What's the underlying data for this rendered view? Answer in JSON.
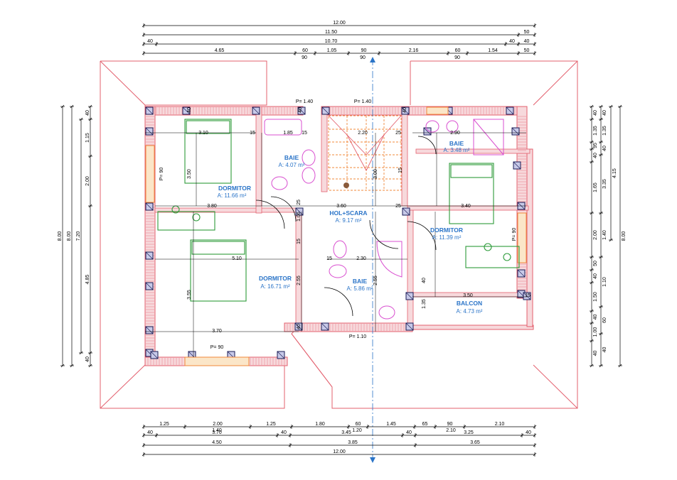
{
  "dims_top": {
    "r1": [
      "12.00"
    ],
    "r2": [
      "11.50",
      "50"
    ],
    "r3": [
      "40",
      "10.70",
      "40",
      "40"
    ],
    "r4": [
      "4.65",
      "60",
      "1.05",
      "90",
      "2.16",
      "60",
      "1.54",
      "50"
    ],
    "r4b": [
      "90",
      "90",
      "90"
    ]
  },
  "dims_bottom": {
    "r1": [
      "1.25",
      "2.00",
      "1.25",
      "1.80",
      "60",
      "1.45",
      "65",
      "90",
      "2.10"
    ],
    "r1b": [
      "1.40",
      "1.20",
      "2.10"
    ],
    "r2": [
      "40",
      "3.70",
      "40",
      "3.45",
      "40",
      "3.25",
      "40"
    ],
    "r3": [
      "4.50",
      "3.85",
      "3.65"
    ],
    "r4": [
      "12.00"
    ]
  },
  "dims_left": {
    "outer": [
      "8.00"
    ],
    "mid": [
      "8.00"
    ],
    "inner": [
      "7.20"
    ],
    "segs": [
      "40",
      "1.15",
      "2.00",
      "4.85",
      "40"
    ]
  },
  "dims_right": {
    "segs1": [
      "40",
      "1.35",
      "95",
      "40",
      "1.65",
      "2.00",
      "50",
      "40",
      "1.50",
      "40",
      "1.00",
      "40"
    ],
    "segs2": [
      "40",
      "1.35",
      "40",
      "3.35",
      "1.40",
      "1.10",
      "60",
      "40"
    ],
    "outer": [
      "4.15",
      "8.00"
    ]
  },
  "rooms": [
    {
      "name": "DORMITOR",
      "area": "A: 11.66 m²"
    },
    {
      "name": "BAIE",
      "area": "A: 4.07 m²"
    },
    {
      "name": "BAIE",
      "area": "A: 3.48 m²"
    },
    {
      "name": "HOL+SCARA",
      "area": "A: 9.17 m²"
    },
    {
      "name": "DORMITOR",
      "area": "A: 11.39 m²"
    },
    {
      "name": "DORMITOR",
      "area": "A: 16.71 m²"
    },
    {
      "name": "BAIE",
      "area": "A: 5.86 m²"
    },
    {
      "name": "BALCON",
      "area": "A: 4.73 m²"
    }
  ],
  "inner_dims": [
    "3.10",
    "15",
    "1.85",
    "15",
    "2.20",
    "25",
    "2.90",
    "3.50",
    "3.80",
    "3.60",
    "25",
    "3.40",
    "5.10",
    "2.30",
    "3.50",
    "3.70",
    "1.06",
    "25",
    "2.55",
    "2.55",
    "3.55",
    "3.00",
    "15",
    "15",
    "15",
    "1.35",
    "15",
    "40",
    "40",
    "40",
    "40",
    "40"
  ],
  "parapets": [
    "P= 1.40",
    "P= 1.40",
    "P= 90",
    "P= 90",
    "P= 90",
    "P= 1.10"
  ],
  "colors": {
    "wall": "#e3606e",
    "wallfill": "#f7d9dc",
    "blue": "#2a74c8",
    "green": "#2d9b3a",
    "magenta": "#d94fd0",
    "orange": "#f0883a",
    "dim": "#000000"
  }
}
